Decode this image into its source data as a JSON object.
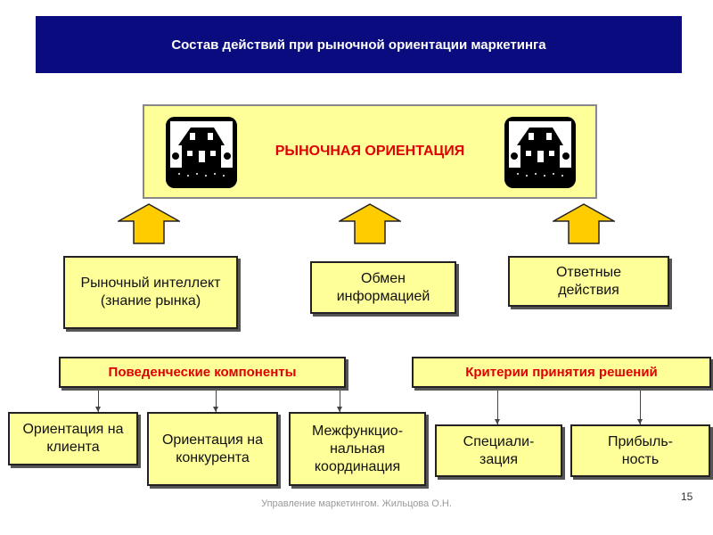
{
  "header": {
    "title": "Состав действий при рыночной ориентации маркетинга"
  },
  "main": {
    "title": "РЫНОЧНАЯ ОРИЕНТАЦИЯ"
  },
  "inputs": [
    {
      "label": "Рыночный интеллект (знание рынка)"
    },
    {
      "label": "Обмен информацией"
    },
    {
      "label": "Ответные действия"
    }
  ],
  "behavior": {
    "title": "Поведенческие компоненты",
    "items": [
      "Ориентация на клиента",
      "Ориентация на конкурента",
      "Межфункцио-нальная координация"
    ]
  },
  "criteria": {
    "title": "Критерии принятия решений",
    "items": [
      "Специали-зация",
      "Прибыль-ность"
    ]
  },
  "footer": {
    "text": "Управление маркетингом. Жильцова О.Н.",
    "page": "15"
  },
  "colors": {
    "header": "#0b0b80",
    "box": "#ffff99",
    "arrow": "#ffcc00",
    "accent": "#e00000"
  }
}
